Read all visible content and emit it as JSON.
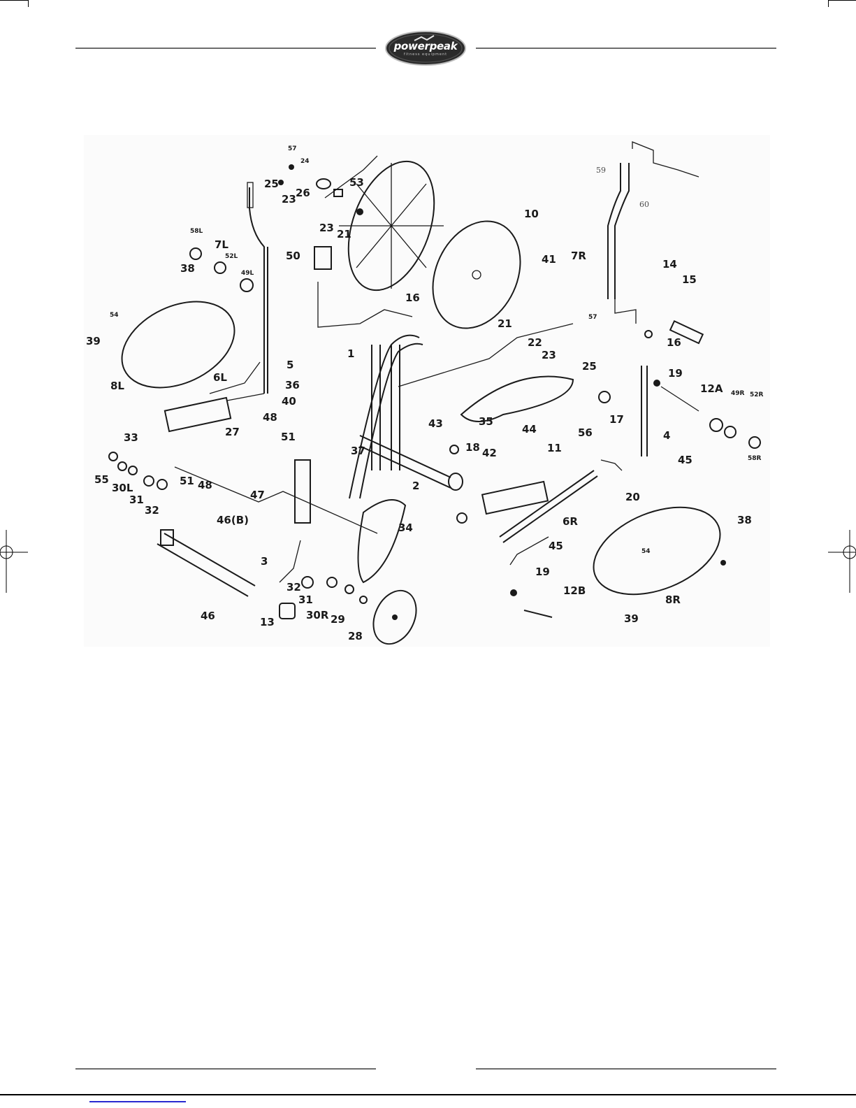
{
  "header": {
    "logo_text": "powerpeak",
    "logo_subtext": "fitness equipment"
  },
  "colors": {
    "ink": "#1a1a1a",
    "rule": "#6d6d6d",
    "logo_bg": "#2b2b2b",
    "link": "#2a2ad0"
  },
  "diagram": {
    "labels": {
      "p57a": "57",
      "p24": "24",
      "p25a": "25",
      "p53": "53",
      "p23a": "23",
      "p26": "26",
      "p23b": "23",
      "p21a": "21",
      "p10": "10",
      "p59": "59",
      "p60": "60",
      "p7L": "7L",
      "p58L": "58L",
      "p52L": "52L",
      "p49L": "49L",
      "p38a": "38",
      "p50": "50",
      "p41": "41",
      "p7R": "7R",
      "p14": "14",
      "p15": "15",
      "p54a": "54",
      "p39a": "39",
      "p16a": "16",
      "p21b": "21",
      "p22": "22",
      "p57b": "57",
      "p16b": "16",
      "p5": "5",
      "p1": "1",
      "p23c": "23",
      "p25b": "25",
      "p19a": "19",
      "p8L": "8L",
      "p6L": "6L",
      "p36": "36",
      "p40": "40",
      "p12A": "12A",
      "p49R": "49R",
      "p52R": "52R",
      "p58R": "58R",
      "p17": "17",
      "p35": "35",
      "p48a": "48",
      "p51a": "51",
      "p27": "27",
      "p43": "43",
      "p44": "44",
      "p11": "11",
      "p56": "56",
      "p4": "4",
      "p33": "33",
      "p18": "18",
      "p42": "42",
      "p45a": "45",
      "p55": "55",
      "p30L": "30L",
      "p31a": "31",
      "p32a": "32",
      "p51b": "51",
      "p48b": "48",
      "p37": "37",
      "p2": "2",
      "p20": "20",
      "p47": "47",
      "p46B": "46(B)",
      "p34": "34",
      "p6R": "6R",
      "p38b": "38",
      "p45b": "45",
      "p3": "3",
      "p54b": "54",
      "p32b": "32",
      "p31b": "31",
      "p19b": "19",
      "p12B": "12B",
      "p8R": "8R",
      "p46": "46",
      "p30R": "30R",
      "p29": "29",
      "p13": "13",
      "p39b": "39",
      "p28": "28"
    }
  }
}
